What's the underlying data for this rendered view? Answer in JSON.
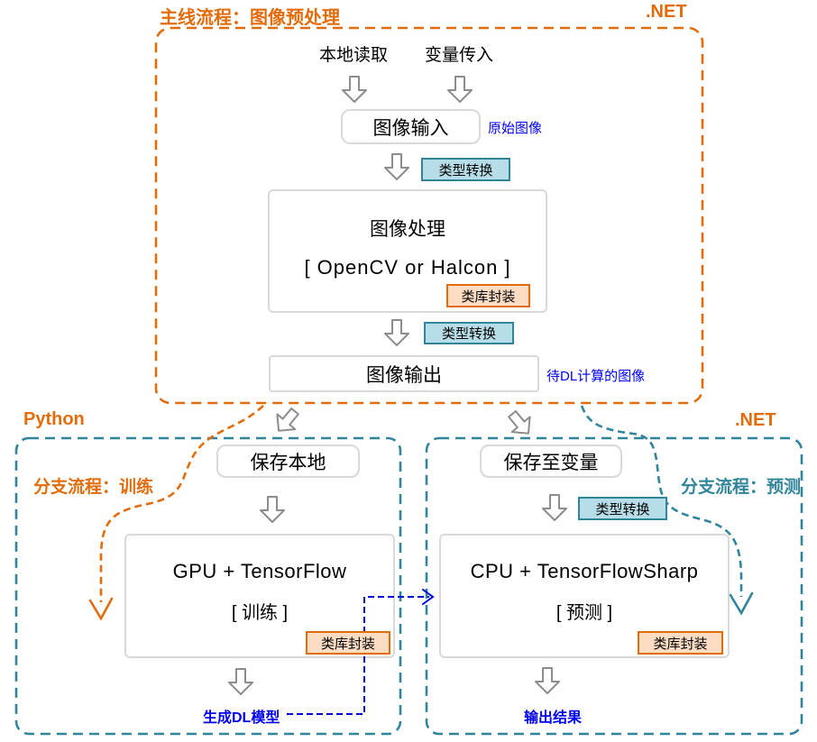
{
  "colors": {
    "orange_accent": "#E36C0A",
    "teal_accent": "#31859B",
    "pale_orange_fill": "#FCDDC3",
    "pale_blue_fill": "#B7DEE8",
    "note_blue": "#0000FF",
    "box_border_gray": "#D9D9D9",
    "arrow_gray": "#8C8C8C"
  },
  "main": {
    "title": "主线流程：图像预处理",
    "platform": ".NET",
    "source_local": "本地读取",
    "source_variable": "变量传入",
    "input_box": "图像输入",
    "input_note": "原始图像",
    "convert_badge_top": "类型转换",
    "process_line1": "图像处理",
    "process_line2": "[ OpenCV or Halcon ]",
    "wrapper_badge": "类库封装",
    "convert_badge_bottom": "类型转换",
    "output_box": "图像输出",
    "output_note": "待DL计算的图像"
  },
  "train": {
    "platform": "Python",
    "title": "分支流程：训练",
    "save_box": "保存本地",
    "engine_line1": "GPU + TensorFlow",
    "engine_line2": "[ 训练 ]",
    "wrapper_badge": "类库封装",
    "result_note": "生成DL模型"
  },
  "predict": {
    "platform": ".NET",
    "title": "分支流程：预测",
    "save_box": "保存至变量",
    "convert_badge": "类型转换",
    "engine_line1": "CPU + TensorFlowSharp",
    "engine_line2": "[ 预测 ]",
    "wrapper_badge": "类库封装",
    "result_note": "输出结果"
  }
}
